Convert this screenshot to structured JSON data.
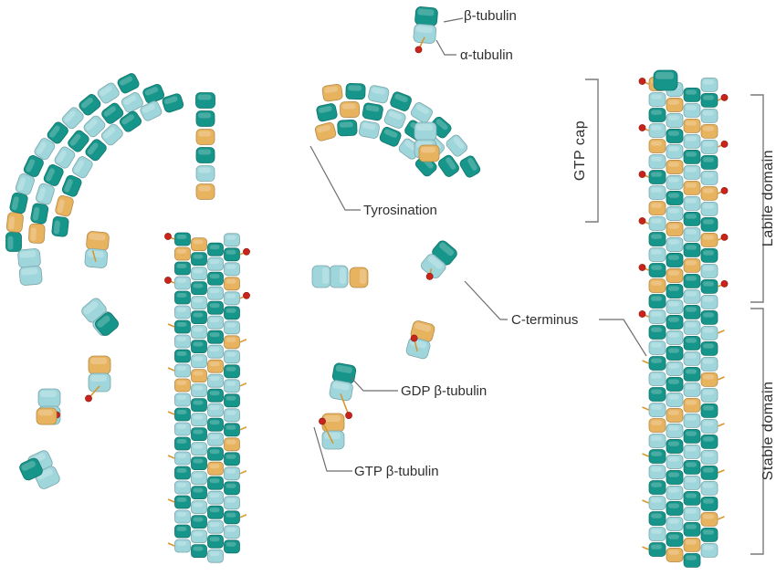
{
  "labels": {
    "beta_tubulin": "β-tubulin",
    "alpha_tubulin": "α-tubulin",
    "tyrosination": "Tyrosination",
    "c_terminus": "C-terminus",
    "gdp_beta_tubulin": "GDP β-tubulin",
    "gtp_beta_tubulin": "GTP β-tubulin",
    "gtp_cap": "GTP cap",
    "labile_domain": "Labile domain",
    "stable_domain": "Stable domain"
  },
  "colors": {
    "beta_gdp": "#16958a",
    "alpha": "#9fd6dc",
    "beta_gtp": "#e7b35f",
    "c_terminal_tail": "#d9962e",
    "tyrosine_bead": "#c8241b",
    "leader_line": "#6e6e6e"
  }
}
